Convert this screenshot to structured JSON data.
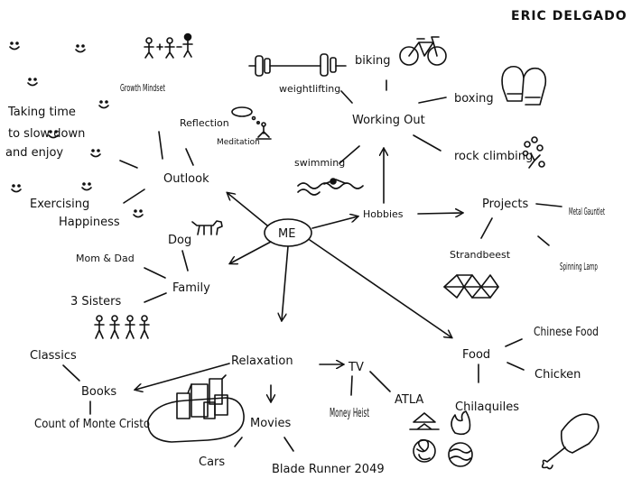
{
  "author": "ERIC DELGADO",
  "center": "ME",
  "branches": {
    "outlook": {
      "label": "Outlook",
      "items": [
        "Growth Mindset",
        "Taking time",
        "to slow down",
        "and enjoy",
        "Reflection",
        "Meditation",
        "Exercising",
        "Happiness"
      ]
    },
    "family": {
      "label": "Family",
      "items": [
        "Dog",
        "Mom & Dad",
        "3 Sisters"
      ]
    },
    "hobbies": {
      "label": "Hobbies",
      "working_out": {
        "label": "Working Out",
        "items": [
          "weightlifting",
          "biking",
          "boxing",
          "rock climbing",
          "swimming"
        ]
      },
      "projects": {
        "label": "Projects",
        "items": [
          "Metal Gauntlet",
          "Strandbeest",
          "Spinning Lamp"
        ]
      }
    },
    "relaxation": {
      "label": "Relaxation",
      "books": {
        "label": "Books",
        "items": [
          "Classics",
          "Count of Monte Cristo"
        ]
      },
      "movies": {
        "label": "Movies",
        "items": [
          "Cars",
          "Blade Runner 2049"
        ]
      },
      "tv": {
        "label": "TV",
        "items": [
          "Money Heist",
          "ATLA"
        ]
      }
    },
    "food": {
      "label": "Food",
      "items": [
        "Chinese Food",
        "Chicken",
        "Chilaquiles"
      ]
    }
  },
  "icons": [
    "smiley-icon",
    "stick-figures-icon",
    "dumbbell-icon",
    "bicycle-icon",
    "boxing-gloves-icon",
    "climber-icon",
    "meditation-icon",
    "swimmer-icon",
    "dog-icon",
    "sisters-icon",
    "strandbeest-icon",
    "castle-icon",
    "avatar-elements-icon",
    "drumstick-icon"
  ],
  "colors": {
    "ink": "#111111",
    "paper": "#ffffff"
  }
}
